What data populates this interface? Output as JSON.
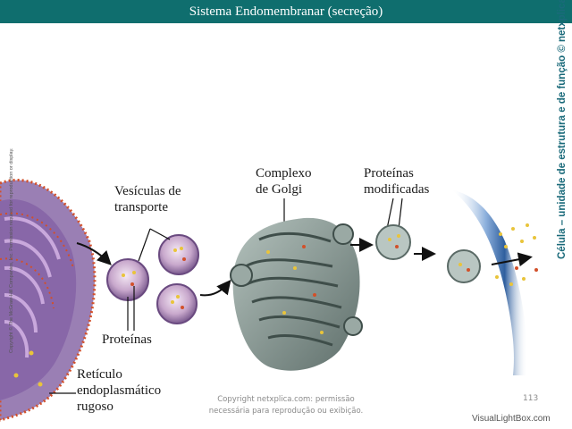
{
  "header": {
    "title": "Sistema Endomembranar (secreção)"
  },
  "labels": {
    "vesicles": [
      "Vesículas de",
      "transporte"
    ],
    "proteins": "Proteínas",
    "er": [
      "Retículo",
      "endoplasmático",
      "rugoso"
    ],
    "golgi": [
      "Complexo",
      "de Golgi"
    ],
    "modified": [
      "Proteínas",
      "modificadas"
    ]
  },
  "footer": {
    "copyright": [
      "Copyright netxplica.com: permissão",
      "necessária para reprodução ou exibição."
    ],
    "page_number": "113"
  },
  "side_text": {
    "right": "Célula – unidade de estrutura e de função © netxplica.com",
    "left": "Copyright © The McGraw-Hill Companies, Inc. Permission required for reproduction or display."
  },
  "watermark": "VisualLightBox.com",
  "colors": {
    "title_bar": "#0f6e6e",
    "er_membrane": "#7a5a9a",
    "ribosome": "#d2502a",
    "golgi": "#7a8a86",
    "protein_yellow": "#e9c43a",
    "membrane_blue": "#3f6fae"
  }
}
